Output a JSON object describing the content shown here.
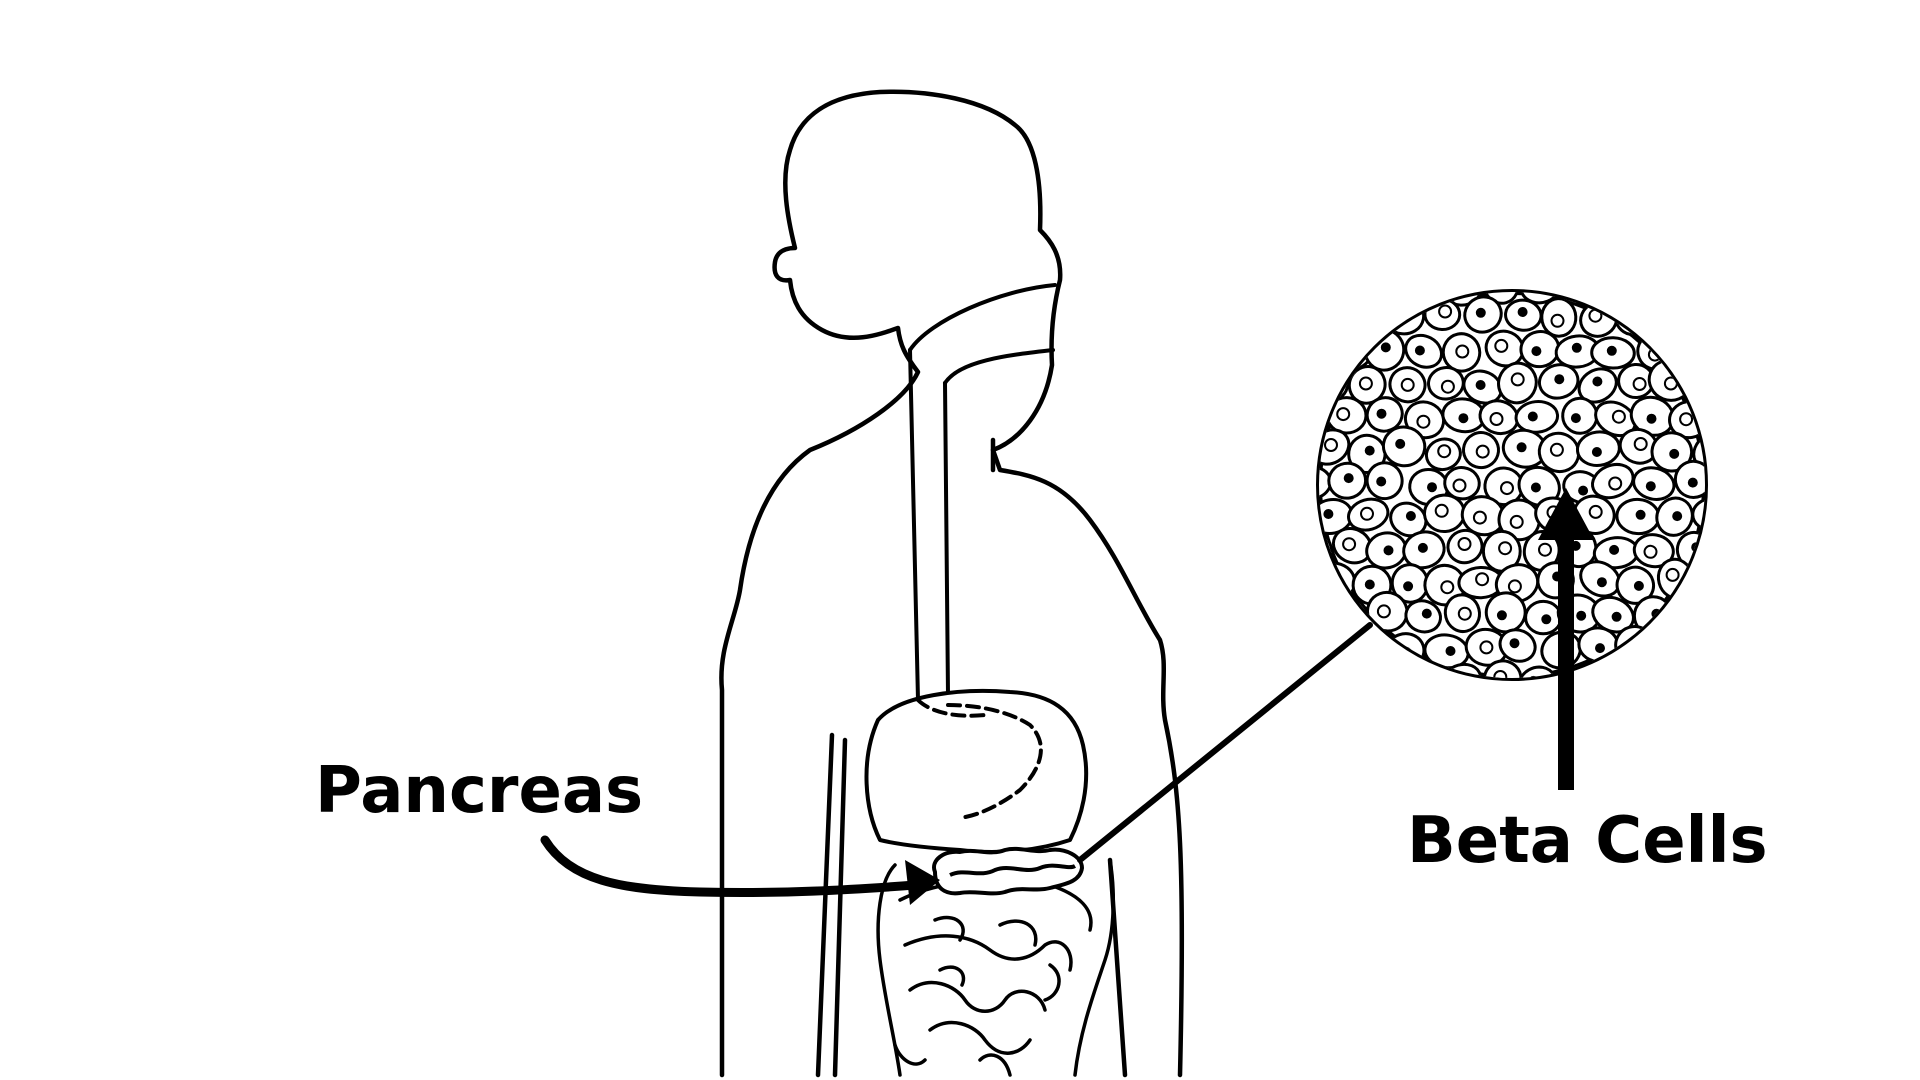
{
  "labels": {
    "pancreas": "Pancreas",
    "beta_cells": "Beta Cells"
  },
  "colors": {
    "background": "#ffffff",
    "ink": "#000000"
  },
  "icons": {
    "body": "human-torso-outline",
    "organs": "digestive-organs",
    "magnifier": "cell-magnification-circle"
  }
}
